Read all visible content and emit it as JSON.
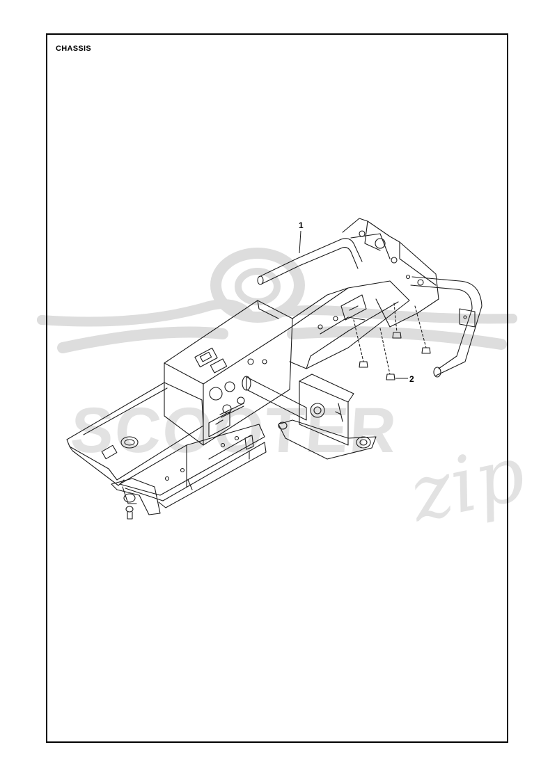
{
  "page": {
    "title": "CHASSIS"
  },
  "callouts": [
    {
      "id": "1",
      "label": "1"
    },
    {
      "id": "2",
      "label": "2"
    }
  ],
  "watermark": {
    "text_main": "SCOOTER",
    "text_script": "zip",
    "color": "#dddddd"
  },
  "colors": {
    "line": "#1a1a1a",
    "border": "#000000",
    "background": "#ffffff"
  }
}
